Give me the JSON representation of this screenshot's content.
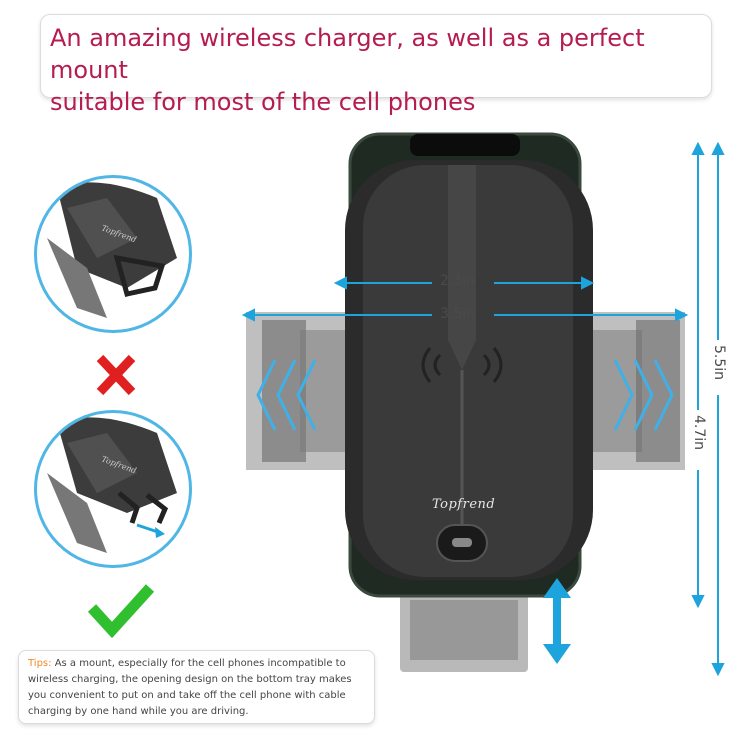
{
  "headline": {
    "line1": "An amazing wireless charger, as well as a perfect mount",
    "line2": "suitable for most of the cell phones"
  },
  "dimensions": {
    "width_inner": "2.3in",
    "width_outer": "3.5in",
    "height_outer": "5.5in",
    "height_inner": "4.7in"
  },
  "brand": "Topfrend",
  "tips": {
    "label": "Tips:",
    "text": "As a mount, especially for the cell phones incompatible to wireless charging, the opening design on the bottom tray makes you convenient to put on and take off the cell phone with cable charging by one hand while you are driving."
  },
  "icons": {
    "cross": "red-x-icon",
    "check": "green-check-icon"
  },
  "colors": {
    "headline": "#b51c4f",
    "dimension_arrow": "#1ea4dc",
    "cross": "#e02020",
    "check": "#2fbf2f",
    "tips_label": "#f08a24"
  }
}
